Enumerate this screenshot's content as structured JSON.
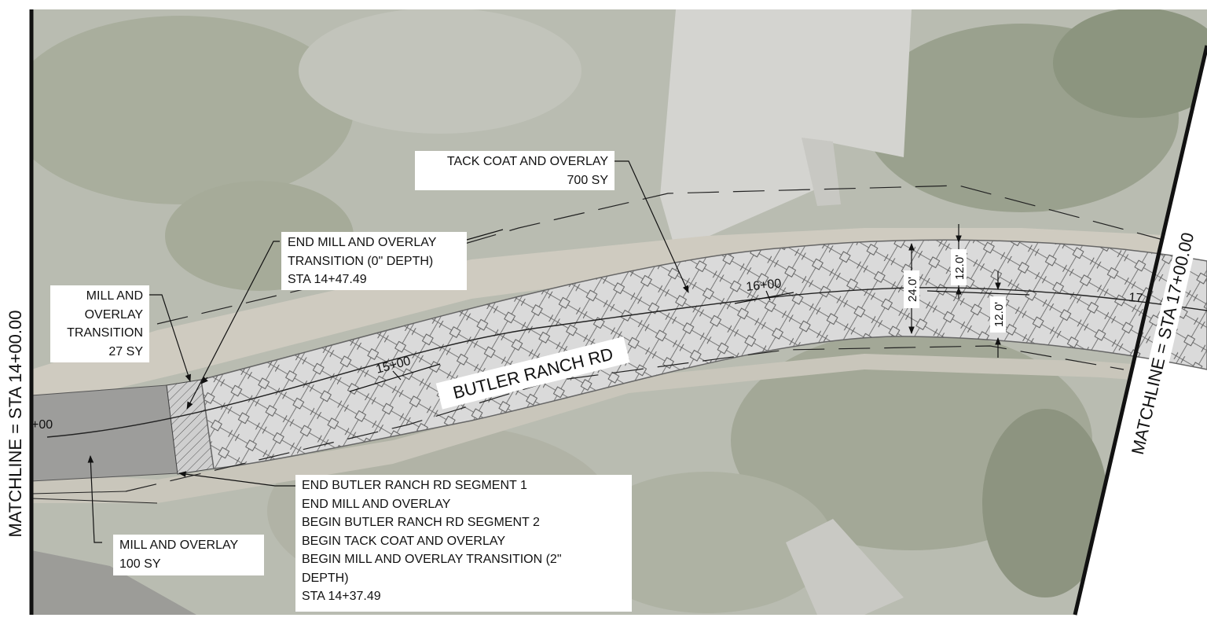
{
  "road_name": "BUTLER RANCH RD",
  "matchlines": {
    "left": "MATCHLINE = STA 14+00.00",
    "right": "MATCHLINE = STA 17+00.00"
  },
  "stations": {
    "sta_14": "+00",
    "sta_15": "15+00",
    "sta_16": "16+00",
    "sta_17": "17"
  },
  "dimensions": {
    "total_width": "24.0'",
    "lane_upper": "12.0'",
    "lane_lower": "12.0'"
  },
  "callouts": {
    "tack_coat": {
      "lines": [
        "TACK COAT AND OVERLAY",
        "700 SY"
      ]
    },
    "end_mill_transition": {
      "lines": [
        "END MILL AND OVERLAY",
        "TRANSITION (0\" DEPTH)",
        "STA 14+47.49"
      ]
    },
    "mill_overlay_transition": {
      "lines": [
        "MILL AND",
        "OVERLAY",
        "TRANSITION",
        "27 SY"
      ]
    },
    "mill_and_overlay": {
      "lines": [
        "MILL AND OVERLAY",
        "100 SY"
      ]
    },
    "segment_notes": {
      "lines": [
        "END BUTLER RANCH RD SEGMENT 1",
        "END MILL AND OVERLAY",
        "BEGIN BUTLER RANCH RD SEGMENT 2",
        "BEGIN TACK COAT AND OVERLAY",
        "BEGIN MILL AND OVERLAY TRANSITION (2\"",
        "DEPTH)",
        "STA 14+37.49"
      ]
    }
  },
  "colors": {
    "aerial_base": "#b8bcb0",
    "vegetation": "#8f9a82",
    "hatch_fill": "#dadada",
    "mill_fill": "#9c9c9c",
    "linework": "#111111"
  }
}
